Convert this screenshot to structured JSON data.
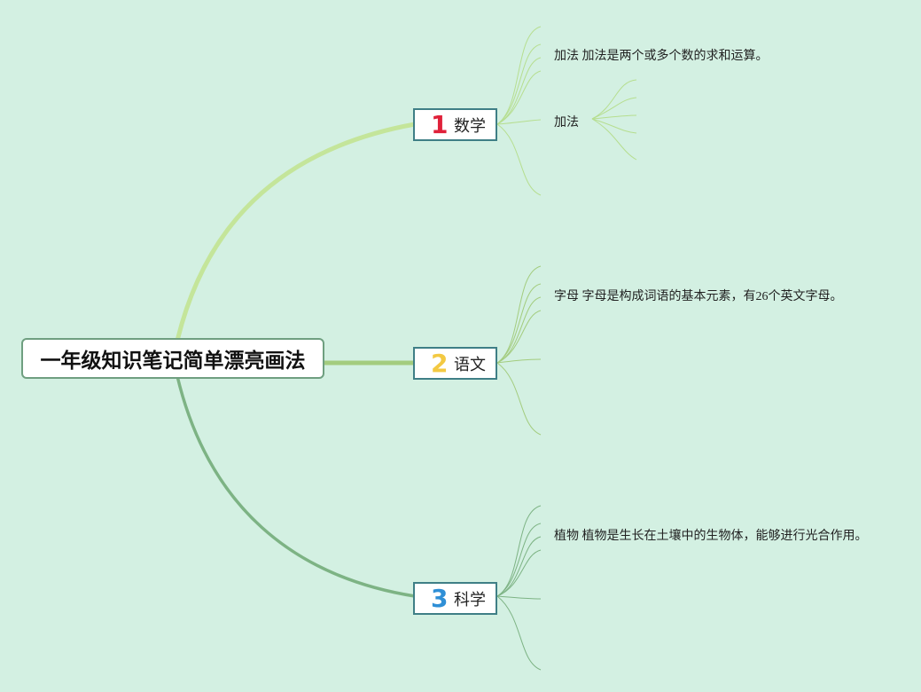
{
  "root": {
    "title": "一年级知识笔记简单漂亮画法"
  },
  "branches": [
    {
      "number": "1",
      "label": "数学",
      "number_color": "#e0213a",
      "notes": [
        "加法 加法是两个或多个数的求和运算。",
        "加法"
      ]
    },
    {
      "number": "2",
      "label": "语文",
      "number_color": "#f3c942",
      "notes": [
        "字母 字母是构成词语的基本元素，有26个英文字母。"
      ]
    },
    {
      "number": "3",
      "label": "科学",
      "number_color": "#2f8fd6",
      "notes": [
        "植物 植物是生长在土壤中的生物体，能够进行光合作用。"
      ]
    }
  ],
  "colors": {
    "background": "#d3f0e2",
    "branch_1_line": "#c4e59a",
    "branch_2_line": "#a3cc7e",
    "branch_3_line": "#7db384"
  }
}
